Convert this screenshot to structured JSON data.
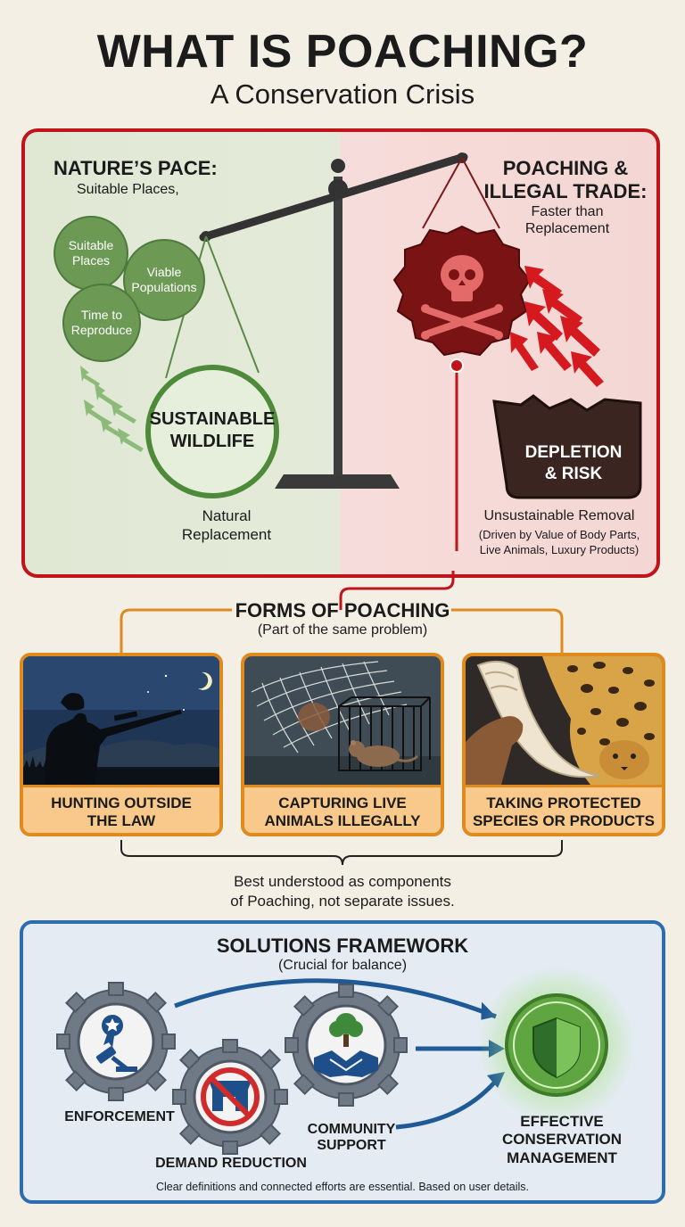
{
  "header": {
    "title": "WHAT IS POACHING?",
    "subtitle": "A Conservation Crisis"
  },
  "balance": {
    "left_heading": "NATURE’S PACE:",
    "left_sub": "Suitable Places,",
    "bubbles": [
      "Suitable Places",
      "Viable Populations",
      "Time to Reproduce"
    ],
    "sustainable": "SUSTAINABLE WILDLIFE",
    "natural_replacement": "Natural Replacement",
    "right_heading_line1": "POACHING &",
    "right_heading_line2": "ILLEGAL TRADE:",
    "right_sub_line1": "Faster than",
    "right_sub_line2": "Replacement",
    "depletion_line1": "DEPLETION",
    "depletion_line2": "& RISK",
    "removal": "Unsustainable Removal",
    "removal_detail_line1": "(Driven by Value of Body Parts,",
    "removal_detail_line2": "Live Animals, Luxury Products)"
  },
  "forms": {
    "heading": "FORMS OF POACHING",
    "subheading": "(Part of the same problem)",
    "cards": [
      {
        "line1": "HUNTING OUTSIDE",
        "line2": "THE LAW"
      },
      {
        "line1": "CAPTURING LIVE",
        "line2": "ANIMALS ILLEGALLY"
      },
      {
        "line1": "TAKING PROTECTED",
        "line2": "SPECIES OR PRODUCTS"
      }
    ],
    "note_line1": "Best understood as components",
    "note_line2": "of Poaching, not separate issues."
  },
  "solutions": {
    "heading": "SOLUTIONS FRAMEWORK",
    "subheading": "(Crucial for balance)",
    "enforcement": "ENFORCEMENT",
    "demand": "DEMAND REDUCTION",
    "community_line1": "COMMUNITY",
    "community_line2": "SUPPORT",
    "effective_line1": "EFFECTIVE",
    "effective_line2": "CONSERVATION",
    "effective_line3": "MANAGEMENT",
    "footer": "Clear definitions and connected efforts are essential. Based on user details."
  },
  "colors": {
    "crisis_red": "#c0141a",
    "nature_green": "#6c9a55",
    "forms_orange": "#df8a1f",
    "solutions_blue": "#2e6cb0",
    "gear_gray": "#6f7a86"
  }
}
